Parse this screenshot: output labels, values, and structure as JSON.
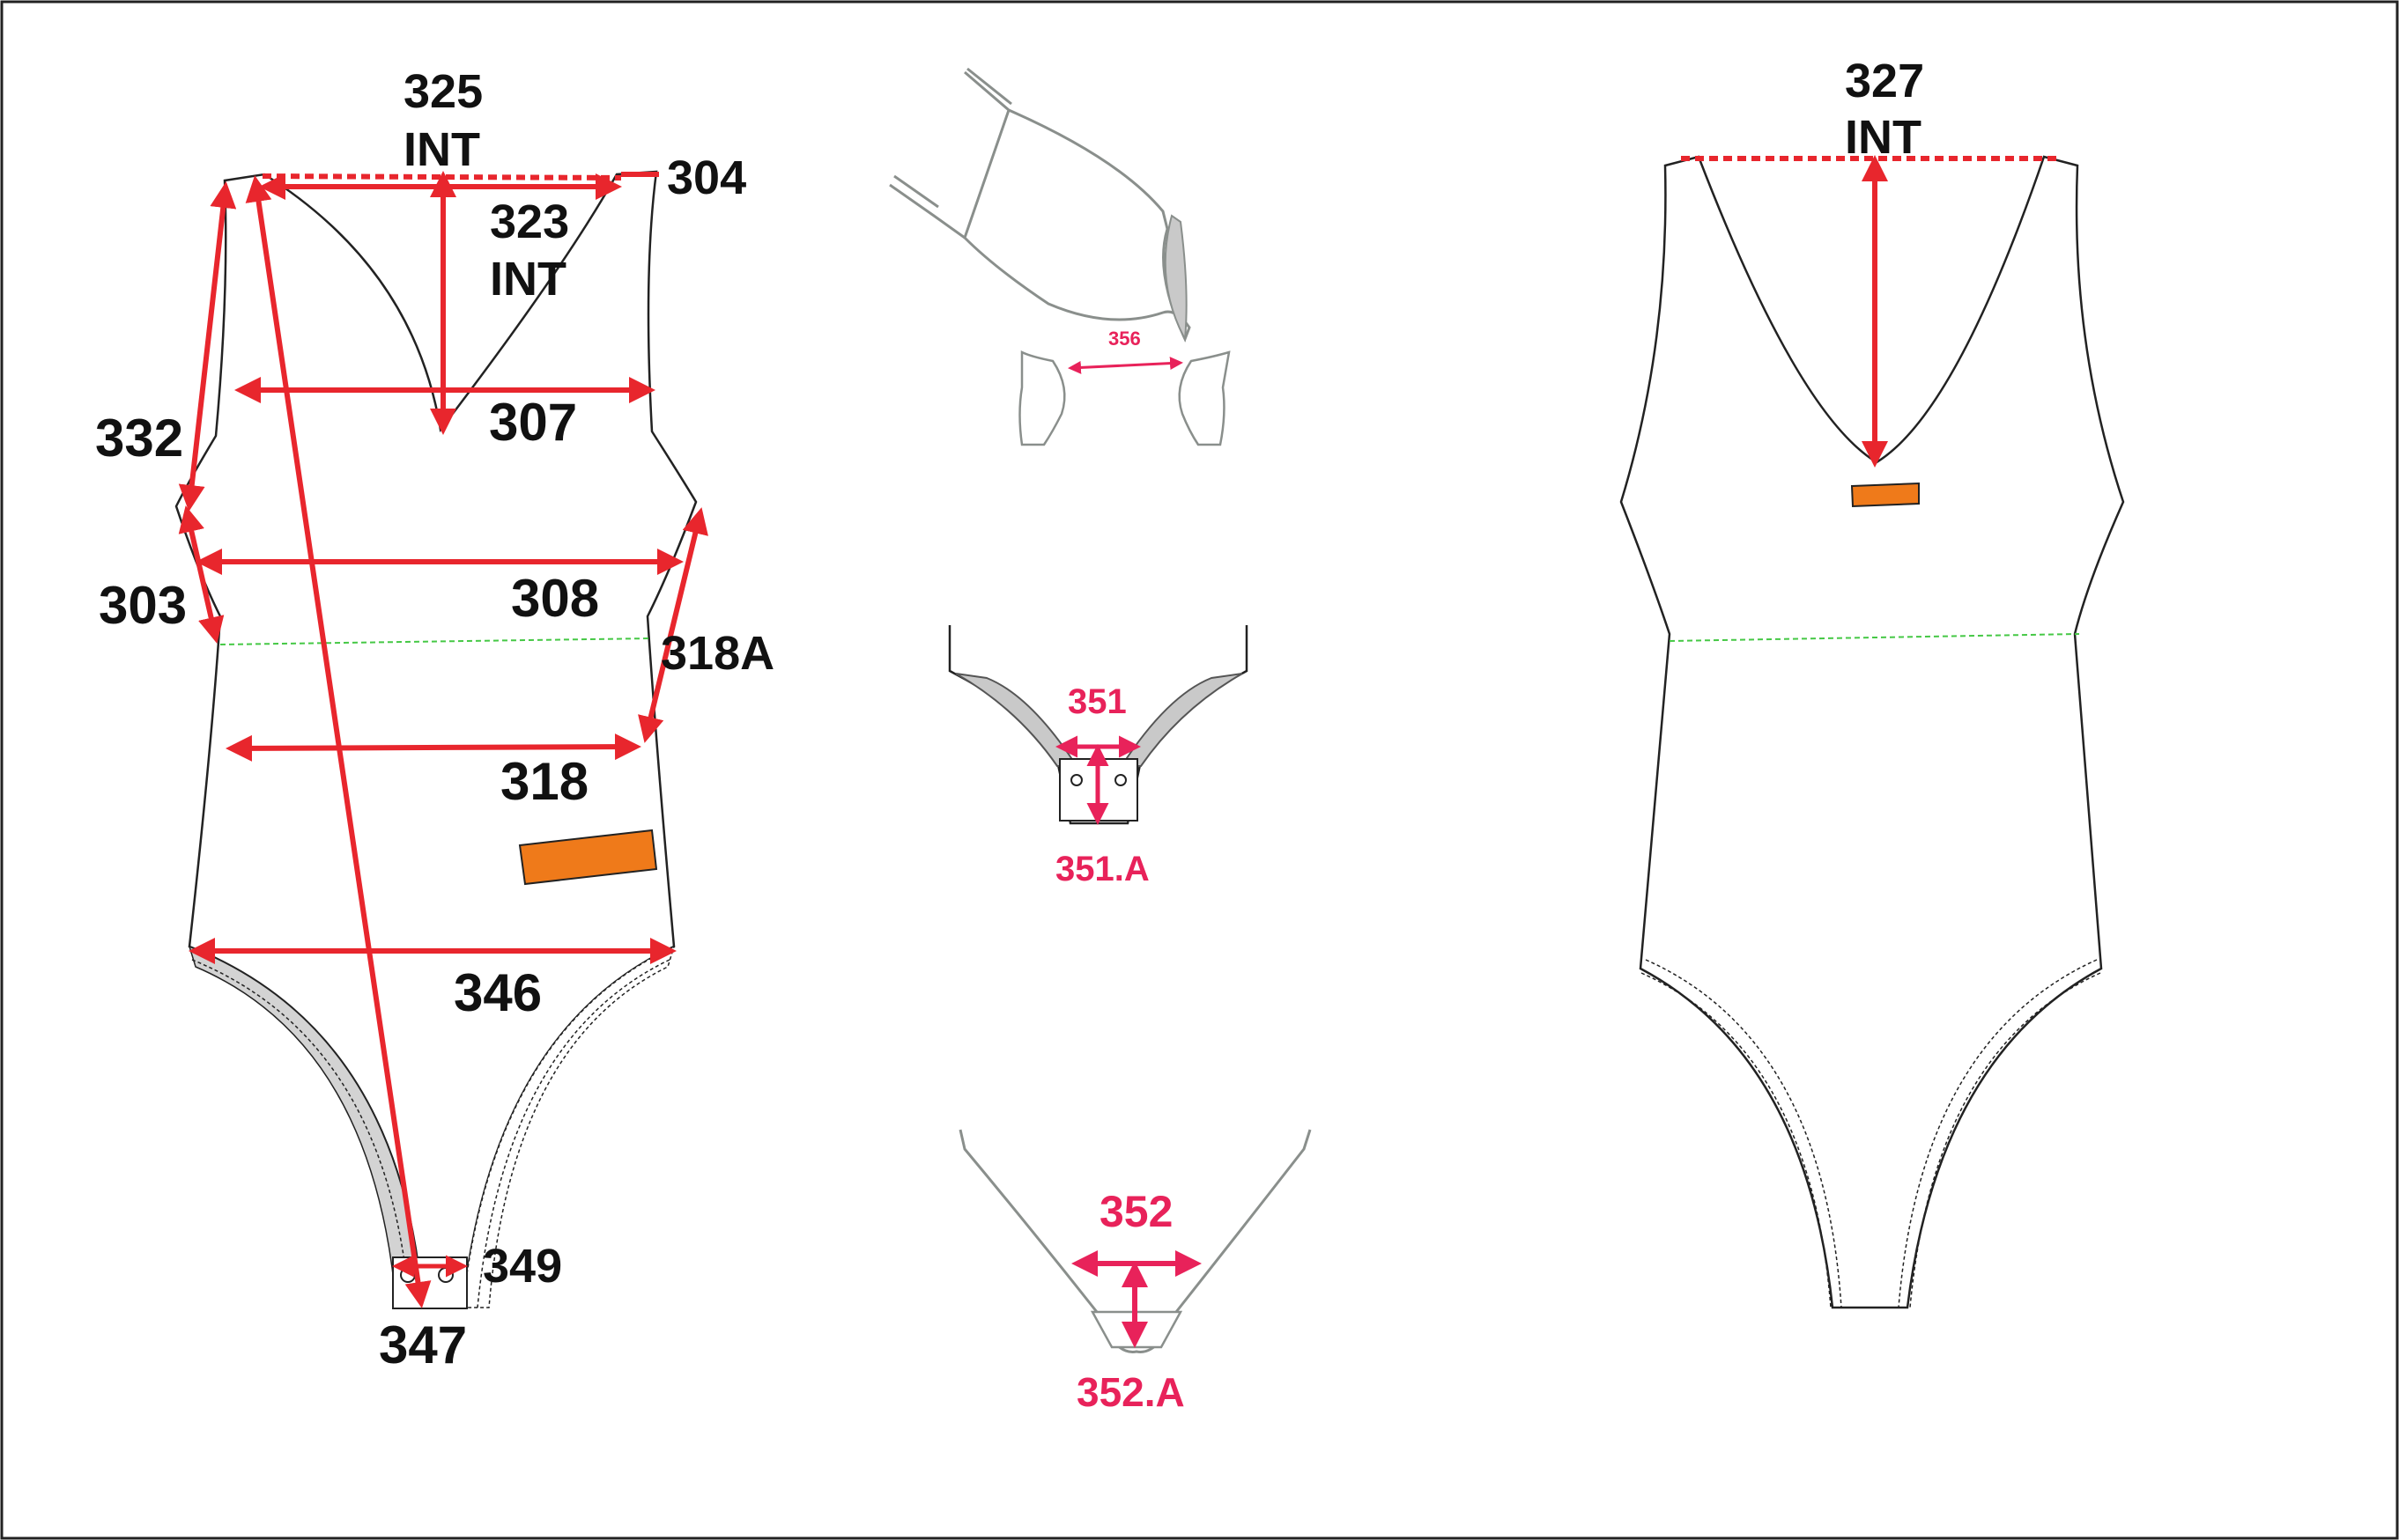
{
  "colors": {
    "measure": "#e8262d",
    "outline": "#222222",
    "detail_outline": "#8a8f8c",
    "detail_label": "#e8225a",
    "label_patch": "#ef7a1a",
    "waist_line": "#45c845",
    "seam_fill": "#d3d3d3"
  },
  "front_view": {
    "labels": {
      "m325": "325",
      "m325_int": "INT",
      "m304": "304",
      "m323": "323",
      "m323_int": "INT",
      "m332": "332",
      "m307": "307",
      "m303": "303",
      "m308": "308",
      "m318a": "318A",
      "m318": "318",
      "m346": "346",
      "m349": "349",
      "m347": "347"
    }
  },
  "back_view": {
    "labels": {
      "m327": "327",
      "m327_int": "INT"
    }
  },
  "detail_strap": {
    "label": "356"
  },
  "detail_crotch_front": {
    "label_width": "351",
    "label_height": "351.A"
  },
  "detail_crotch_back": {
    "label_width": "352",
    "label_height": "352.A"
  }
}
